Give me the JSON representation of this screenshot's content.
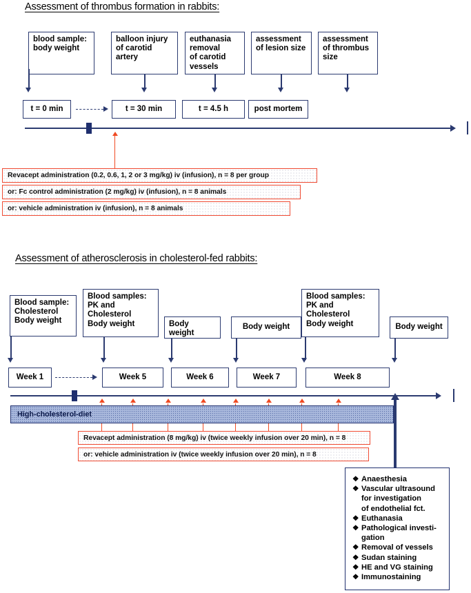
{
  "section1": {
    "title": "Assessment of thrombus formation in rabbits:",
    "top_boxes": [
      {
        "name": "blood-sample",
        "lines": [
          "blood sample:",
          "body weight"
        ]
      },
      {
        "name": "balloon-injury",
        "lines": [
          "balloon injury",
          "of carotid",
          "artery"
        ]
      },
      {
        "name": "euthanasia",
        "lines": [
          "euthanasia",
          "removal",
          "of carotid",
          "vessels"
        ]
      },
      {
        "name": "lesion-size",
        "lines": [
          "assessment",
          "of lesion size"
        ]
      },
      {
        "name": "thrombus-size",
        "lines": [
          "assessment",
          "of thrombus",
          "size"
        ]
      }
    ],
    "time_boxes": [
      {
        "name": "t0",
        "label": "t = 0 min"
      },
      {
        "name": "t30",
        "label": "t = 30 min"
      },
      {
        "name": "t45",
        "label": "t = 4.5 h"
      },
      {
        "name": "postmortem",
        "label": "post mortem"
      }
    ],
    "annotations": [
      "Revacept administration (0.2, 0.6, 1, 2 or 3  mg/kg) iv (infusion), n = 8 per group",
      "or: Fc control administration (2 mg/kg) iv (infusion), n = 8 animals",
      "or: vehicle administration iv (infusion), n = 8 animals"
    ]
  },
  "section2": {
    "title": "Assessment of atherosclerosis in cholesterol-fed rabbits:",
    "top_boxes": [
      {
        "name": "blood-sample-chol",
        "lines": [
          "Blood sample:",
          " Cholesterol",
          " Body weight"
        ]
      },
      {
        "name": "blood-samples-pk-1",
        "lines": [
          "Blood samples:",
          "PK and",
          "Cholesterol",
          "Body weight"
        ]
      },
      {
        "name": "body-weight-1",
        "lines": [
          "Body",
          "weight"
        ]
      },
      {
        "name": "body-weight-2",
        "lines": [
          "Body weight"
        ]
      },
      {
        "name": "blood-samples-pk-2",
        "lines": [
          "Blood samples:",
          "PK and",
          "Cholesterol",
          "Body weight"
        ]
      },
      {
        "name": "body-weight-3",
        "lines": [
          "Body weight"
        ]
      }
    ],
    "week_boxes": [
      {
        "name": "week-1",
        "label": "Week 1"
      },
      {
        "name": "week-5",
        "label": "Week 5"
      },
      {
        "name": "week-6",
        "label": "Week 6"
      },
      {
        "name": "week-7",
        "label": "Week 7"
      },
      {
        "name": "week-8",
        "label": "Week 8"
      }
    ],
    "diet_label": "High-cholesterol-diet",
    "annotations": [
      "Revacept administration (8 mg/kg) iv (twice weekly infusion over 20 min), n = 8",
      "or: vehicle administration iv (twice weekly infusion over 20 min), n = 8"
    ],
    "bullet_glyph": "❖",
    "bullets": [
      {
        "text": "Anaesthesia",
        "cont": []
      },
      {
        "text": "Vascular ultrasound",
        "cont": [
          "for investigation",
          "of endothelial fct."
        ]
      },
      {
        "text": "Euthanasia",
        "cont": []
      },
      {
        "text": "Pathological investi-",
        "cont": [
          "gation"
        ]
      },
      {
        "text": "Removal of vessels",
        "cont": []
      },
      {
        "text": "Sudan staining",
        "cont": []
      },
      {
        "text": "HE and VG staining",
        "cont": []
      },
      {
        "text": "Immunostaining",
        "cont": []
      }
    ]
  },
  "colors": {
    "navy": "#2b3a70",
    "navy_dark": "#1f2f6e",
    "red": "#f04a22",
    "red_border": "#ef4a32",
    "diet_fill": "#a9b8dc"
  }
}
